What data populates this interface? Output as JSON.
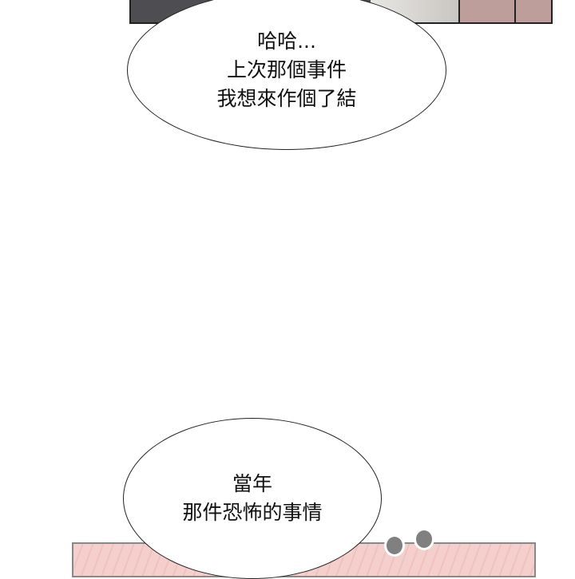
{
  "bubble_top": {
    "lines": [
      "哈哈...",
      "上次那個事件",
      "我想來作個了結"
    ]
  },
  "bubble_bottom": {
    "lines": [
      "當年",
      "那件恐怖的事情"
    ]
  }
}
